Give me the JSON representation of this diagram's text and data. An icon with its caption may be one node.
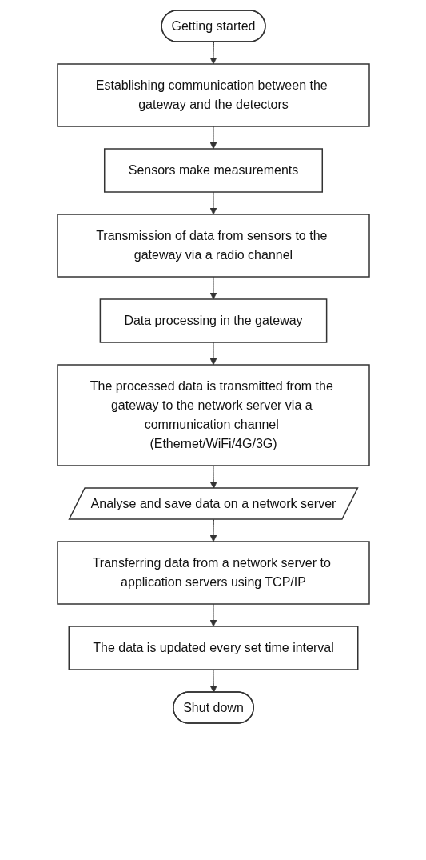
{
  "diagram": {
    "nodes": [
      {
        "text": [
          "Getting started"
        ]
      },
      {
        "text": [
          "Establishing communication between the gateway and the detectors"
        ]
      },
      {
        "text": [
          "Sensors make measurements"
        ]
      },
      {
        "text": [
          "Transmission of data from sensors to the gateway via a radio channel"
        ]
      },
      {
        "text": [
          "Data processing in the gateway"
        ]
      },
      {
        "text": [
          "The processed data is transmitted from the gateway to the network server via a communication channel (Ethernet/WiFi/4G/3G)"
        ]
      },
      {
        "text": [
          "Analyse and save data on a network server"
        ]
      },
      {
        "text": [
          "Transferring data from a network server to application servers using TCP/IP"
        ]
      },
      {
        "text": [
          "The data is updated every set time interval"
        ]
      },
      {
        "text": [
          "Shut down"
        ]
      }
    ],
    "edges": [
      {
        "from": 0,
        "to": 1,
        "arrow": "to"
      },
      {
        "from": 1,
        "to": 2,
        "arrow": "to"
      },
      {
        "from": 2,
        "to": 3,
        "arrow": "to"
      },
      {
        "from": 3,
        "to": 4,
        "arrow": "to"
      },
      {
        "from": 4,
        "to": 5,
        "arrow": "to"
      },
      {
        "from": 5,
        "to": 6,
        "arrow": "to"
      },
      {
        "from": 6,
        "to": 7,
        "arrow": "to"
      },
      {
        "from": 7,
        "to": 8,
        "arrow": "to"
      },
      {
        "from": 8,
        "to": 9,
        "arrow": "to"
      }
    ]
  }
}
